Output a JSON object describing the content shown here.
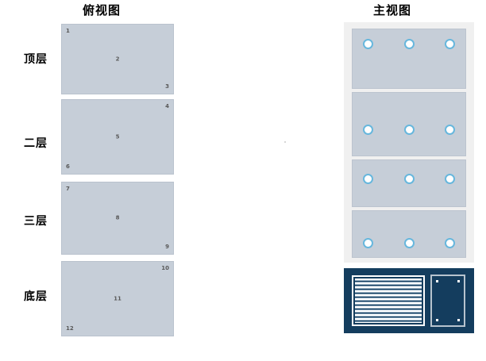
{
  "titles": {
    "top_view": "俯视图",
    "front_view": "主视图"
  },
  "top_view": {
    "levels": [
      {
        "label": "顶层",
        "numbers": [
          {
            "text": "1",
            "pos": "tl"
          },
          {
            "text": "2",
            "pos": "ctr"
          },
          {
            "text": "3",
            "pos": "br"
          }
        ]
      },
      {
        "label": "二层",
        "numbers": [
          {
            "text": "4",
            "pos": "tr"
          },
          {
            "text": "5",
            "pos": "ctr"
          },
          {
            "text": "6",
            "pos": "bl"
          }
        ]
      },
      {
        "label": "三层",
        "numbers": [
          {
            "text": "7",
            "pos": "tl"
          },
          {
            "text": "8",
            "pos": "ctr"
          },
          {
            "text": "9",
            "pos": "br"
          }
        ]
      },
      {
        "label": "底层",
        "numbers": [
          {
            "text": "10",
            "pos": "tr"
          },
          {
            "text": "11",
            "pos": "ctr"
          },
          {
            "text": "12",
            "pos": "bl"
          }
        ]
      }
    ]
  },
  "front_view": {
    "shelf_count": 4,
    "holes_per_shelf": 3,
    "bottom_unit": {
      "grille_label": "",
      "screw_count": 4
    }
  },
  "colors": {
    "panel_fill": "#c6ced8",
    "panel_border": "#b9c2cd",
    "cabinet_bg": "#f0f0f0",
    "hole_ring": "#67b7dd",
    "hole_fill": "#ffffff",
    "unit_navy": "#143d5e",
    "grille_light": "#ffffff",
    "number_text": "#595959",
    "label_text": "#000000",
    "background": "#ffffff"
  },
  "icons": {
    "hole": "circle-hole-icon",
    "grille": "louver-grille-icon",
    "screw": "screw-dot-icon"
  }
}
